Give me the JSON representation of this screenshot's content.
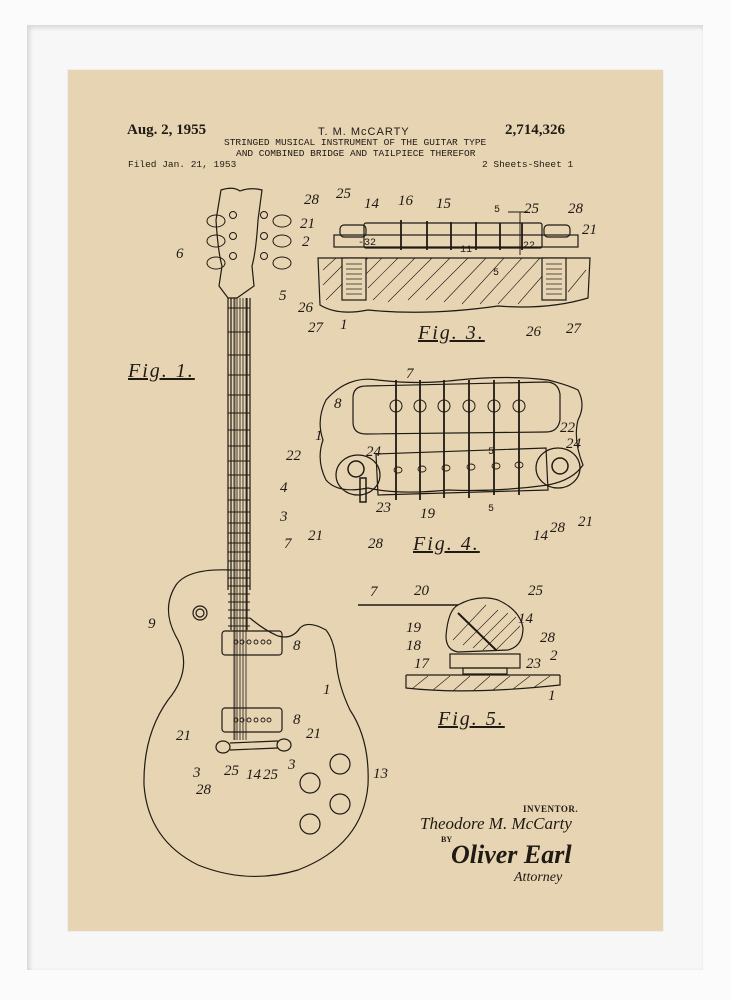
{
  "document": {
    "type": "patent drawing print",
    "background_color": "#e7d4b3",
    "ink_color": "#1f1a14",
    "frame_color": "#fbfbfb"
  },
  "header": {
    "date": "Aug. 2, 1955",
    "inventor": "T. M. McCARTY",
    "patent_number": "2,714,326",
    "title_line1": "STRINGED MUSICAL INSTRUMENT OF THE GUITAR TYPE",
    "title_line2": "AND COMBINED BRIDGE AND TAILPIECE THEREFOR",
    "filed": "Filed Jan. 21, 1953",
    "sheets": "2 Sheets-Sheet 1"
  },
  "figures": [
    {
      "label": "Fig. 1.",
      "refs": [
        "6",
        "5",
        "4",
        "3",
        "7",
        "9",
        "8",
        "8",
        "1",
        "21",
        "21",
        "3",
        "3",
        "25",
        "14",
        "25",
        "28",
        "13"
      ]
    },
    {
      "label": "Fig. 3.",
      "refs": [
        "28",
        "25",
        "14",
        "16",
        "15",
        "5",
        "25",
        "28",
        "21",
        "21",
        "2",
        "32",
        "22",
        "11",
        "5",
        "26",
        "27",
        "1",
        "26",
        "27"
      ]
    },
    {
      "label": "Fig. 4.",
      "refs": [
        "7",
        "8",
        "1",
        "22",
        "24",
        "22",
        "24",
        "5",
        "5",
        "21",
        "23",
        "19",
        "28",
        "14",
        "28",
        "21"
      ]
    },
    {
      "label": "Fig. 5.",
      "refs": [
        "7",
        "20",
        "25",
        "14",
        "19",
        "18",
        "28",
        "17",
        "23",
        "2",
        "1"
      ]
    }
  ],
  "signature": {
    "inventor_label": "INVENTOR.",
    "inventor_name": "Theodore M. McCarty",
    "by_label": "BY",
    "attorney_signature": "Oliver Earl",
    "attorney_label": "Attorney"
  }
}
